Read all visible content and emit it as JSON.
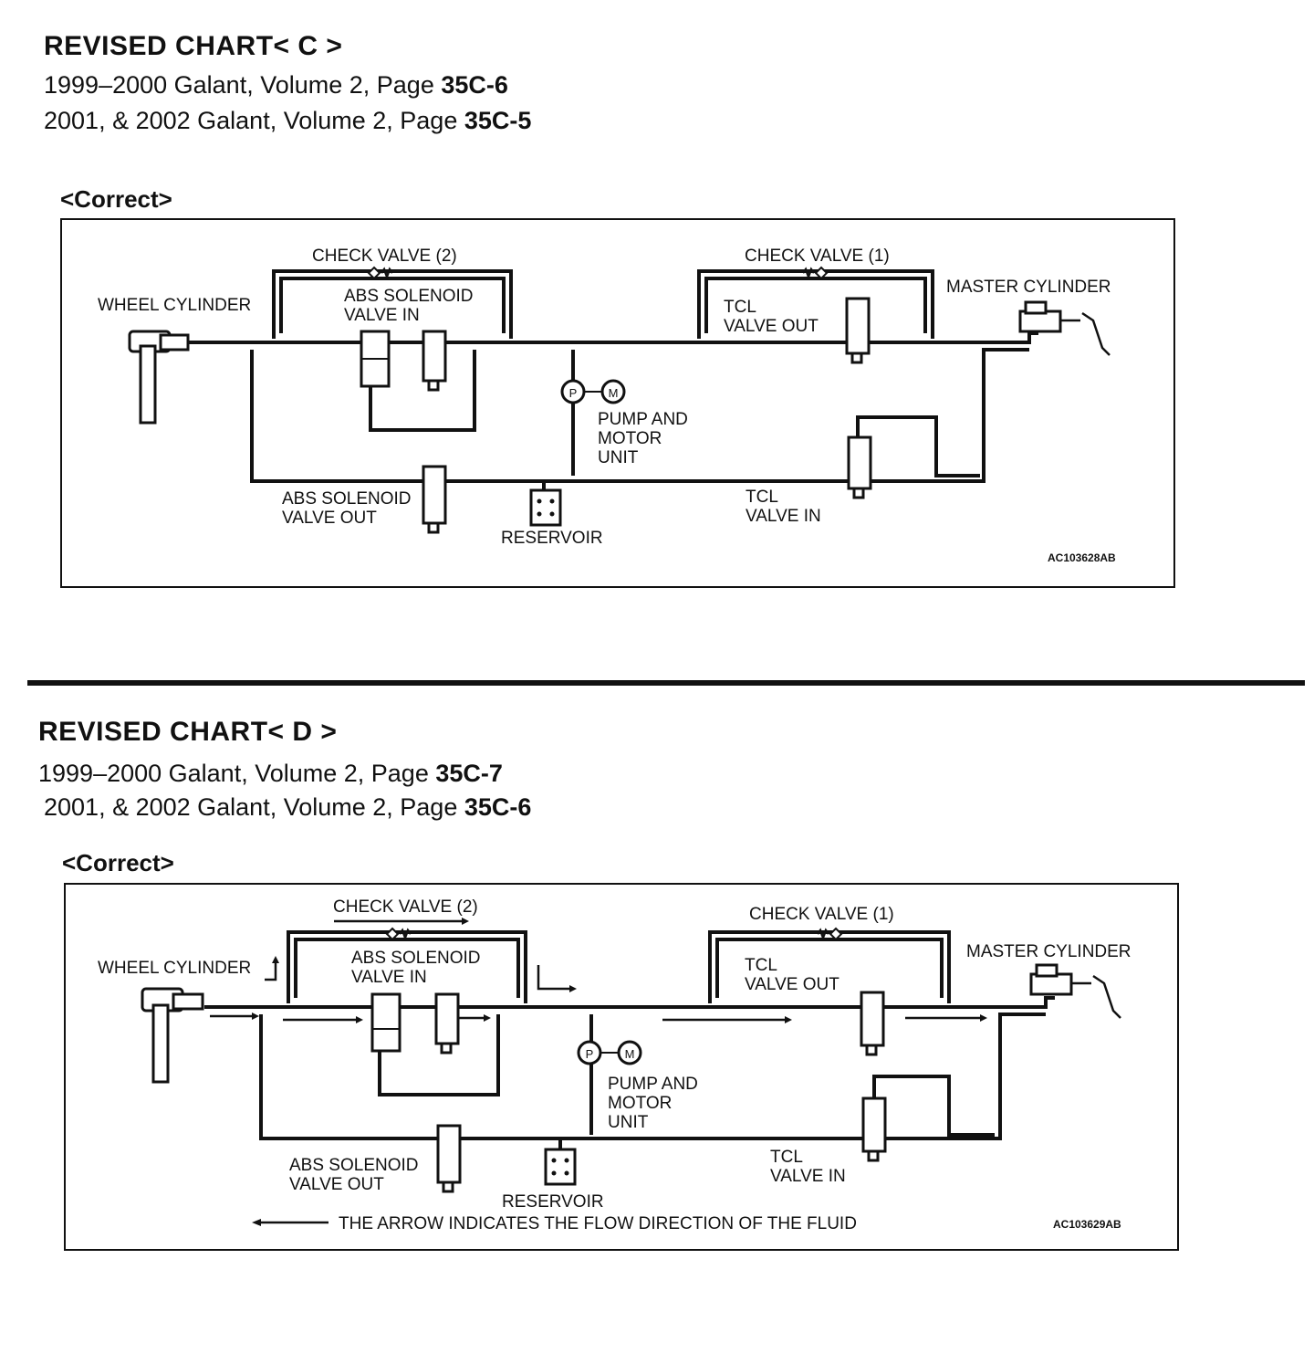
{
  "section_c": {
    "title": "REVISED CHART< C >",
    "ref1_prefix": "1999–2000 Galant, Volume 2, Page ",
    "ref1_page": "35C-6",
    "ref2_prefix": "2001, & 2002 Galant, Volume 2, Page ",
    "ref2_page": "35C-5",
    "correct": "<Correct>",
    "labels": {
      "check_valve_2": "CHECK VALVE (2)",
      "check_valve_1": "CHECK VALVE (1)",
      "wheel_cylinder": "WHEEL CYLINDER",
      "abs_in_1": "ABS SOLENOID",
      "abs_in_2": "VALVE IN",
      "tcl_out_1": "TCL",
      "tcl_out_2": "VALVE OUT",
      "master_cylinder": "MASTER CYLINDER",
      "pump_1": "PUMP AND",
      "pump_2": "MOTOR",
      "pump_3": "UNIT",
      "abs_out_1": "ABS SOLENOID",
      "abs_out_2": "VALVE OUT",
      "reservoir": "RESERVOIR",
      "tcl_in_1": "TCL",
      "tcl_in_2": "VALVE IN",
      "p": "P",
      "m": "M",
      "code": "AC103628AB"
    }
  },
  "section_d": {
    "title": "REVISED CHART< D >",
    "ref1_prefix": "1999–2000 Galant, Volume 2, Page ",
    "ref1_page": "35C-7",
    "ref2_prefix": "2001, & 2002 Galant, Volume 2, Page ",
    "ref2_page": "35C-6",
    "correct": "<Correct>",
    "labels": {
      "check_valve_2": "CHECK VALVE (2)",
      "check_valve_1": "CHECK VALVE (1)",
      "wheel_cylinder": "WHEEL CYLINDER",
      "abs_in_1": "ABS SOLENOID",
      "abs_in_2": "VALVE IN",
      "tcl_out_1": "TCL",
      "tcl_out_2": "VALVE OUT",
      "master_cylinder": "MASTER CYLINDER",
      "pump_1": "PUMP AND",
      "pump_2": "MOTOR",
      "pump_3": "UNIT",
      "abs_out_1": "ABS SOLENOID",
      "abs_out_2": "VALVE OUT",
      "reservoir": "RESERVOIR",
      "tcl_in_1": "TCL",
      "tcl_in_2": "VALVE IN",
      "p": "P",
      "m": "M",
      "legend": "THE ARROW INDICATES THE FLOW DIRECTION OF THE FLUID",
      "code": "AC103629AB"
    }
  }
}
